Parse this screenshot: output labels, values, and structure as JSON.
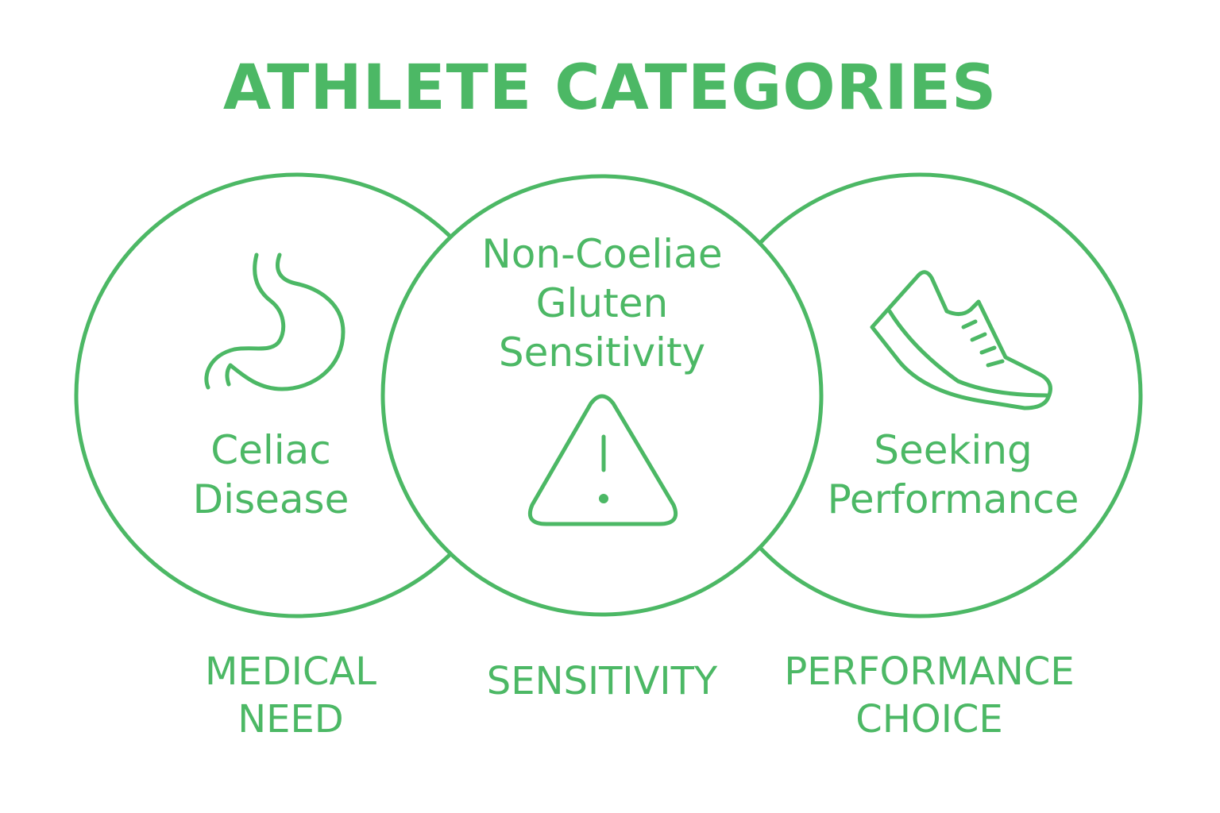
{
  "title": "ATHLETE CATEGORIES",
  "accent_color": "#4cb865",
  "circles": [
    {
      "icon": "stomach-icon",
      "label_lines": [
        "Celiac",
        "Disease"
      ],
      "category_lines": [
        "MEDICAL",
        "NEED"
      ]
    },
    {
      "icon": "warning-triangle-icon",
      "label_lines": [
        "Non-Coeliae",
        "Gluten",
        "Sensitivity"
      ],
      "category_lines": [
        "SENSITIVITY"
      ]
    },
    {
      "icon": "running-shoe-icon",
      "label_lines": [
        "Seeking",
        "Performance"
      ],
      "category_lines": [
        "PERFORMANCE",
        "CHOICE"
      ]
    }
  ]
}
